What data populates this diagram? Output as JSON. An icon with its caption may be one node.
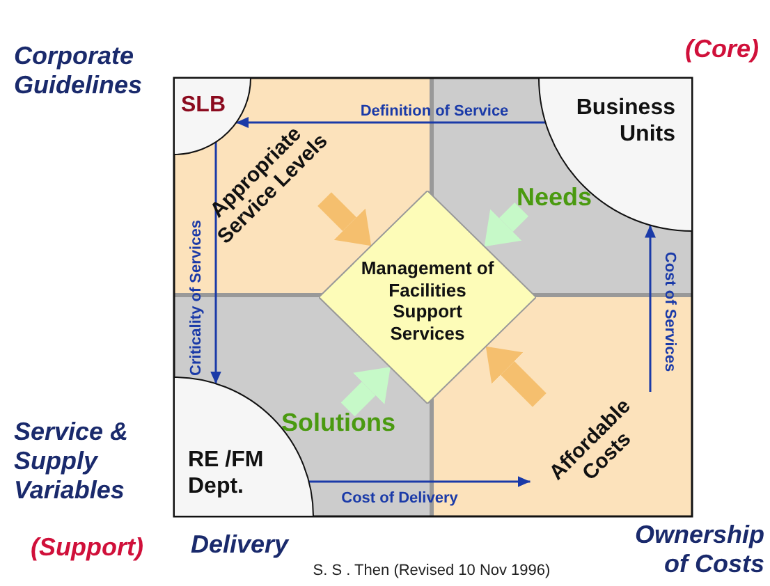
{
  "diagram": {
    "caption": "S. S . Then (Revised 10 Nov 1996)",
    "nodes": [
      {
        "text": [
          "SLB"
        ]
      },
      {
        "text": [
          "Appropriate Service Levels"
        ]
      },
      {
        "text": [
          "Business Units"
        ]
      },
      {
        "text": [
          "Needs"
        ]
      },
      {
        "text": [
          "Management of Facilities Support Services"
        ]
      },
      {
        "text": [
          "Solutions"
        ]
      },
      {
        "text": [
          "RE /FM Dept."
        ]
      },
      {
        "text": [
          "Affordable Costs"
        ]
      }
    ],
    "edges": [
      {
        "from": 2,
        "to": 0,
        "arrow": "to",
        "label": "Definition of Service",
        "color": "#1a3aa8"
      },
      {
        "from": 0,
        "to": 6,
        "arrow": "to",
        "label": "Criticality of Services",
        "color": "#1a3aa8"
      },
      {
        "from": 6,
        "to": 7,
        "arrow": "to",
        "label": "Cost of Delivery",
        "color": "#1a3aa8"
      },
      {
        "from": 7,
        "to": 2,
        "arrow": "to",
        "label": "Cost of Services",
        "color": "#1a3aa8"
      },
      {
        "from": 1,
        "to": 4,
        "arrow": "to",
        "style": "thick",
        "color": "#f5bf6e"
      },
      {
        "from": 3,
        "to": 4,
        "arrow": "to",
        "style": "thick",
        "color": "#c6f9c8"
      },
      {
        "from": 5,
        "to": 4,
        "arrow": "to",
        "style": "thick",
        "color": "#c6f9c8"
      },
      {
        "from": 7,
        "to": 4,
        "arrow": "to",
        "style": "thick",
        "color": "#f5bf6e"
      }
    ],
    "labels": [
      "Corporate Guidelines",
      "(Core)",
      "Service & Supply Variables",
      "(Support)",
      "Delivery",
      "Ownership of Costs"
    ]
  }
}
